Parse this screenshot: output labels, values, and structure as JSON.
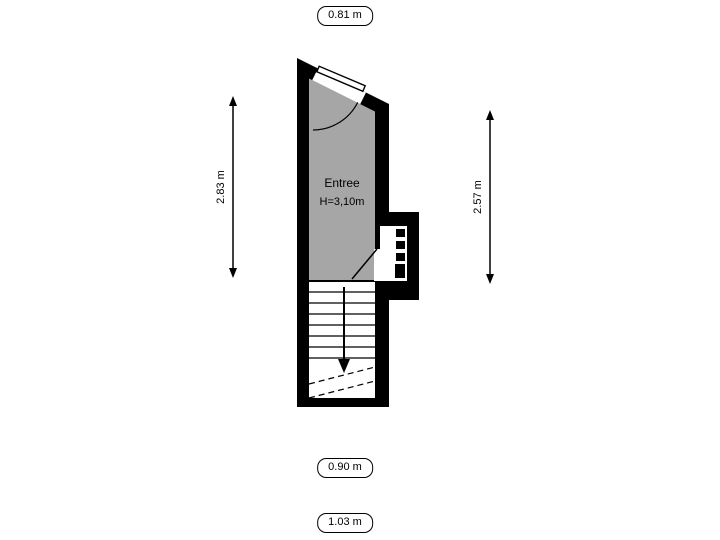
{
  "floorplan": {
    "room": {
      "name": "Entree",
      "ceiling_height": "H=3,10m"
    },
    "dimensions": {
      "top": "0.81 m",
      "left": "2.83 m",
      "right": "2.57 m",
      "bottom_inner": "0.90 m",
      "bottom_outer": "1.03 m"
    },
    "colors": {
      "background": "#ffffff",
      "wall": "#000000",
      "room_fill": "#a6a6a6",
      "line": "#000000",
      "label_bg": "#ffffff",
      "label_border": "#000000"
    }
  }
}
